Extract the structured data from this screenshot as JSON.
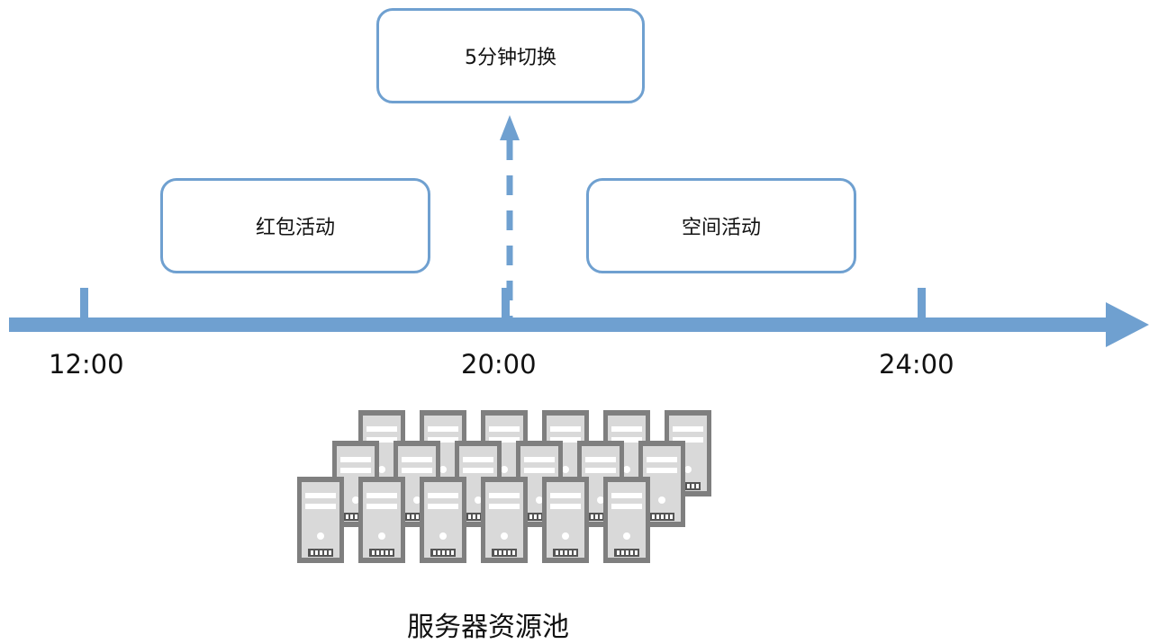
{
  "boxes": {
    "switch_label": "5分钟切换",
    "red_envelope_label": "红包活动",
    "space_label": "空间活动"
  },
  "timeline": {
    "labels": [
      "12:00",
      "20:00",
      "24:00"
    ]
  },
  "server_pool": {
    "label": "服务器资源池",
    "rows": 3,
    "per_row": 6
  },
  "colors": {
    "accent": "#6fa0d0",
    "server_dark": "#7f7f7f",
    "server_light": "#d9d9d9"
  }
}
